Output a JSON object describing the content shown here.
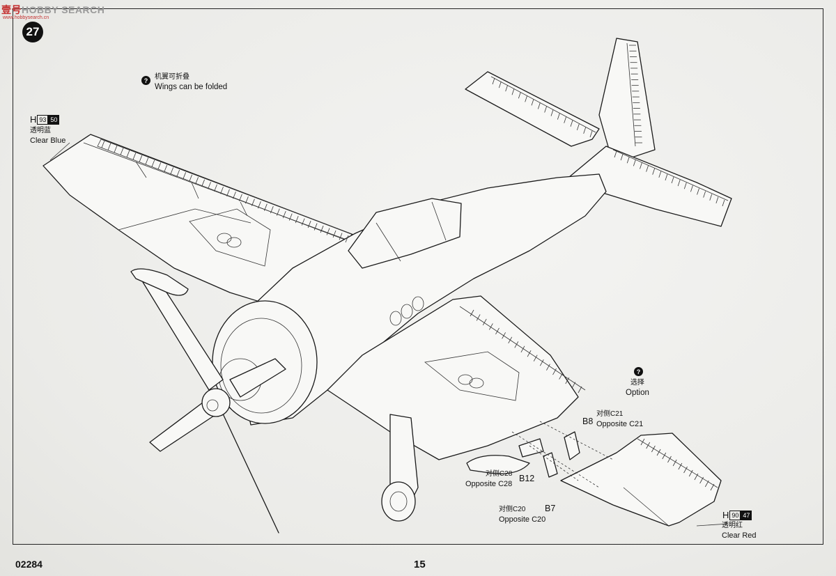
{
  "watermark": {
    "prefix": "壹号",
    "brand": "HOBBY SEARCH",
    "sub": "www.hobbysearch.cn"
  },
  "step": {
    "number": "27"
  },
  "notes": {
    "wings_fold": {
      "icon": "?",
      "cn": "机翼可折叠",
      "en": "Wings can be folded"
    },
    "option": {
      "icon": "?",
      "cn": "选择",
      "en": "Option"
    }
  },
  "paint_codes": {
    "clear_blue": {
      "letter": "H",
      "code1": "93",
      "code2": "50",
      "cn": "透明蓝",
      "en": "Clear Blue"
    },
    "clear_red": {
      "letter": "H",
      "code1": "90",
      "code2": "47",
      "cn": "透明红",
      "en": "Clear Red"
    }
  },
  "parts": {
    "b8": "B8",
    "c21_cn": "对侧C21",
    "c21_en": "Opposite C21",
    "b12": "B12",
    "c28_cn": "对侧C28",
    "c28_en": "Opposite C28",
    "b7": "B7",
    "c20_cn": "对侧C20",
    "c20_en": "Opposite C20"
  },
  "footer": {
    "code": "02284",
    "page": "15"
  },
  "colors": {
    "ink": "#111111",
    "paper": "#efefed",
    "watermark_red": "#c43030"
  }
}
